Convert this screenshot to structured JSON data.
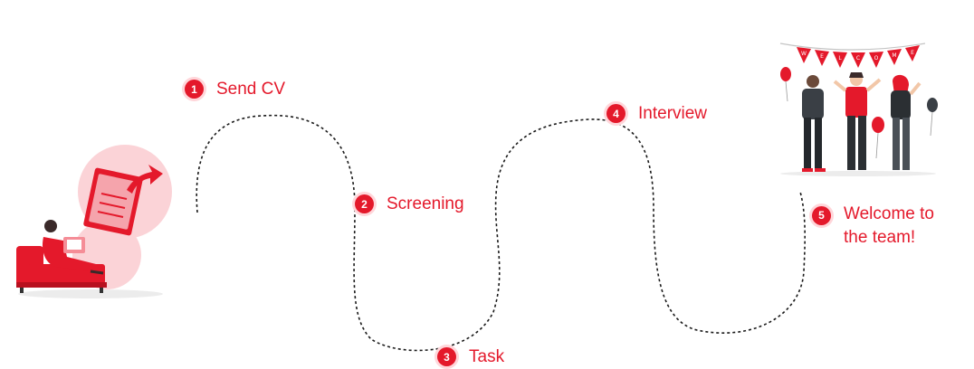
{
  "steps": [
    {
      "number": "1",
      "label": "Send CV"
    },
    {
      "number": "2",
      "label": "Screening"
    },
    {
      "number": "3",
      "label": "Task"
    },
    {
      "number": "4",
      "label": "Interview"
    },
    {
      "number": "5",
      "label_line1": "Welcome to",
      "label_line2": "the team!"
    }
  ],
  "banner_letters": [
    "W",
    "E",
    "L",
    "C",
    "O",
    "M",
    "E"
  ],
  "colors": {
    "accent": "#e4192b",
    "accent_light": "#f7b7bd",
    "path": "#1a1a1a"
  },
  "illustrations": [
    "person-on-couch-with-laptop",
    "document-send-icon",
    "celebrating-team"
  ]
}
